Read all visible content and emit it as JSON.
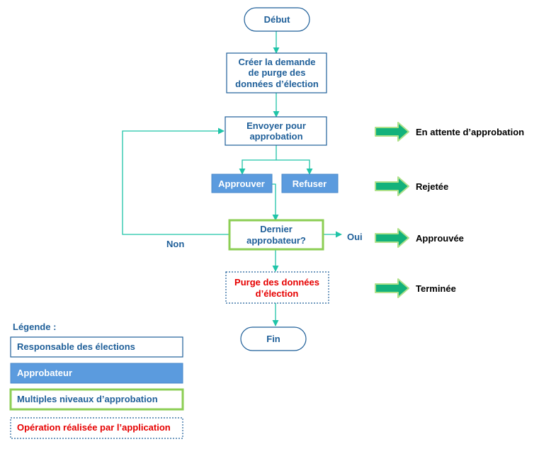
{
  "colors": {
    "line": "#1fc4a8",
    "text_blue": "#1f5f99",
    "box_border": "#1f5f99",
    "approver_fill": "#5b9bde",
    "multi_border": "#8cce54",
    "app_text": "#e60000",
    "arrow_fill": "#13b27b",
    "arrow_border": "#aee08a"
  },
  "nodes": {
    "start": "Début",
    "create": [
      "Créer la demande",
      "de purge des",
      "données d’élection"
    ],
    "send": [
      "Envoyer pour",
      "approbation"
    ],
    "approve": "Approuver",
    "refuse": "Refuser",
    "last": [
      "Dernier",
      "approbateur?"
    ],
    "purge": [
      "Purge des données",
      "d’élection"
    ],
    "end": "Fin"
  },
  "edge_labels": {
    "no": "Non",
    "yes": "Oui"
  },
  "statuses": [
    "En attente d’approbation",
    "Rejetée",
    "Approuvée",
    "Terminée"
  ],
  "legend": {
    "title": "Légende :",
    "election_manager": "Responsable des élections",
    "approver": "Approbateur",
    "multi_level": "Multiples niveaux d’approbation",
    "app_operation": "Opération réalisée par l’application"
  }
}
